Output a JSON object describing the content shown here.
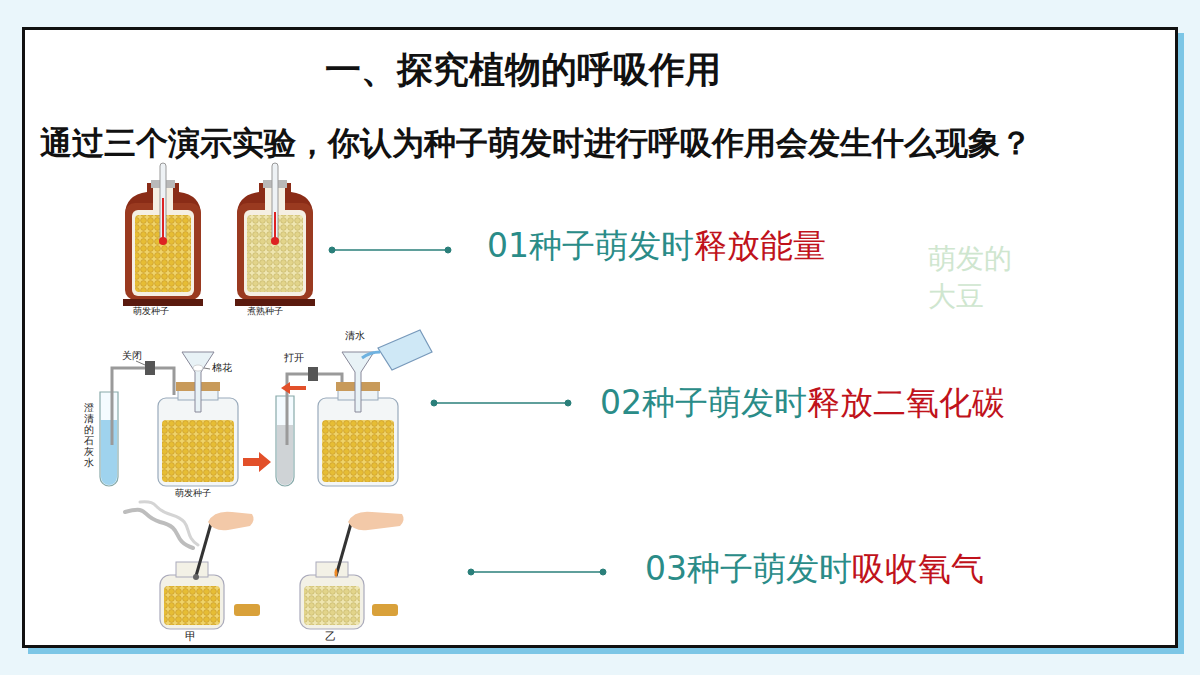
{
  "diagram": {
    "title": "一、探究植物的呼吸作用",
    "labels": [
      "通过三个演示实验，你认为种子萌发时进行呼吸作用会发生什么现象？",
      "萌发种子",
      "煮熟种子",
      "01种子萌发时",
      "释放能量",
      "萌发的",
      "大豆",
      "关闭",
      "棉花",
      "清水",
      "打开",
      "澄清的石灰水",
      "萌发种子",
      "02种子萌发时",
      "释放二氧化碳",
      "甲",
      "乙",
      "03种子萌发时",
      "吸收氧气"
    ]
  }
}
